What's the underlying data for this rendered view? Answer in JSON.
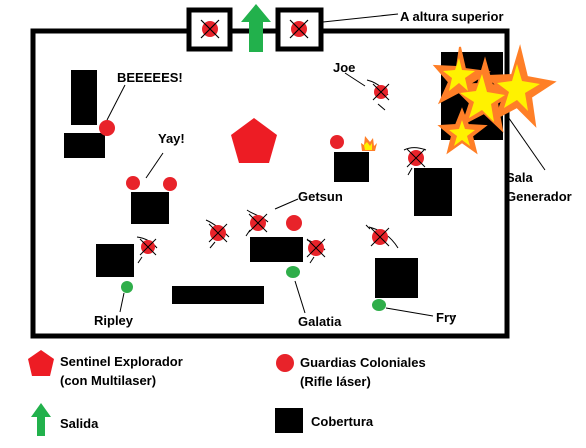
{
  "labels": {
    "upper_level": "A altura superior",
    "beeeees": "BEEEEES!",
    "yay": "Yay!",
    "joe": "Joe",
    "getsun": "Getsun",
    "generator_room_line1": "Sala",
    "generator_room_line2": "Generador",
    "ripley": "Ripley",
    "galatia": "Galatia",
    "fry": "Fry"
  },
  "legend": {
    "sentinel_line1": "Sentinel Explorador",
    "sentinel_line2": "(con Multilaser)",
    "guards_line1": "Guardias Coloniales",
    "guards_line2": "(Rifle láser)",
    "exit": "Salida",
    "cover": "Cobertura"
  },
  "colors": {
    "guard_red": "#e8232a",
    "sentinel_red": "#ed1c24",
    "ally_green": "#2fae4a",
    "exit_green": "#22b14c",
    "cover_black": "#000000",
    "fire_orange": "#ff7f27",
    "fire_yellow": "#fff200"
  }
}
